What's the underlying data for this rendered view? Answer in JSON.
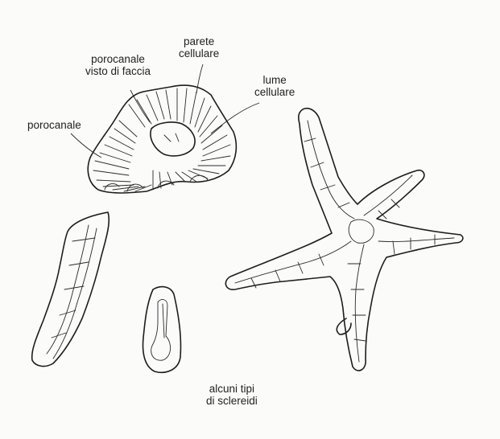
{
  "labels": {
    "parete": [
      "parete",
      "cellulare"
    ],
    "porocanale_faccia": [
      "porocanale",
      "visto di faccia"
    ],
    "lume": [
      "lume",
      "cellulare"
    ],
    "porocanale": "porocanale",
    "caption": [
      "alcuni tipi",
      "di sclereidi"
    ]
  }
}
